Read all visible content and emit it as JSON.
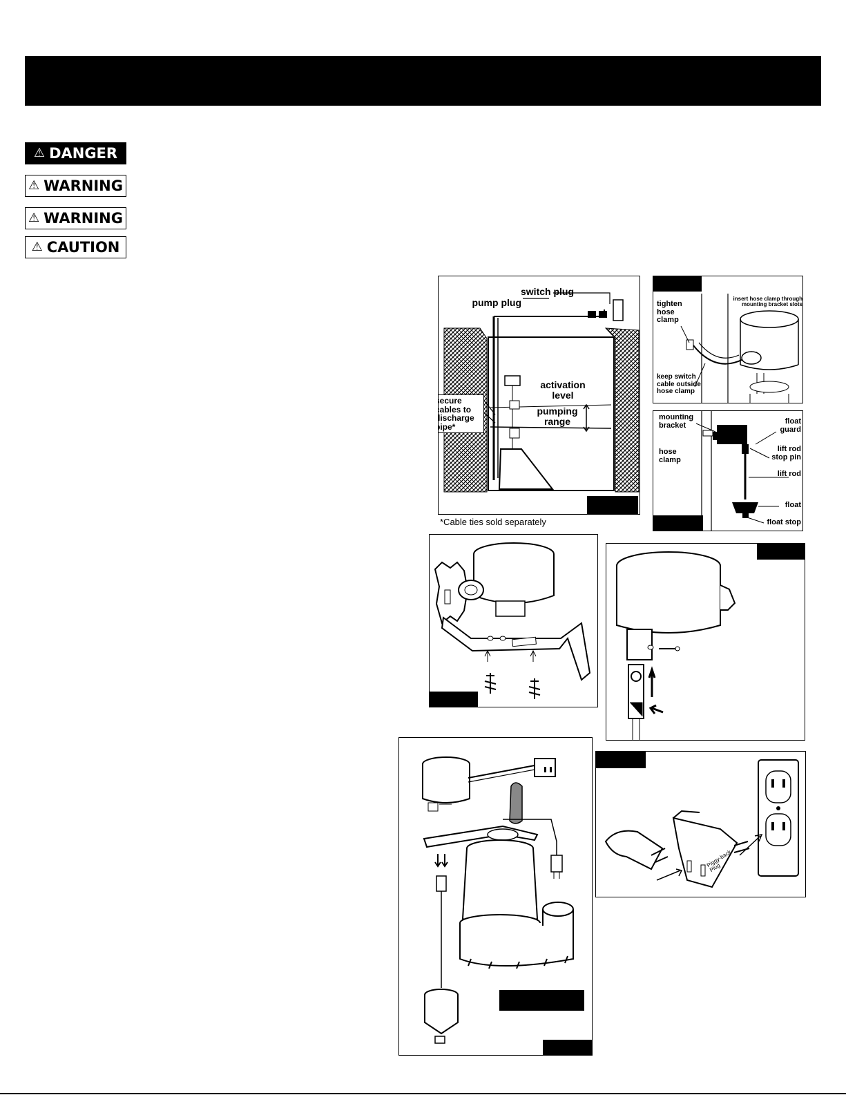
{
  "badges": [
    {
      "label": "DANGER",
      "icon": "warning-triangle-icon"
    },
    {
      "label": "WARNING",
      "icon": "warning-triangle-icon"
    },
    {
      "label": "WARNING",
      "icon": "warning-triangle-icon"
    },
    {
      "label": "CAUTION",
      "icon": "warning-triangle-icon"
    }
  ],
  "fig_sump": {
    "switch_plug": "switch plug",
    "pump_plug": "pump plug",
    "secure_cables": "secure cables to discharge pipe*",
    "activation_level": "activation level",
    "pumping_range": "pumping range",
    "footnote": "*Cable ties sold separately"
  },
  "fig_clamp": {
    "tighten": "tighten hose clamp",
    "insert": "insert hose clamp through mounting bracket slots",
    "keep": "keep switch cable outside hose clamp"
  },
  "fig_parts": {
    "mounting_bracket": "mounting bracket",
    "hose_clamp": "hose clamp",
    "float_guard": "float guard",
    "lift_rod_stop_pin": "lift rod stop pin",
    "lift_rod": "lift rod",
    "float": "float",
    "float_stop": "float stop"
  },
  "fig_plug": {
    "piggyback": "Piggy-back Plug"
  }
}
